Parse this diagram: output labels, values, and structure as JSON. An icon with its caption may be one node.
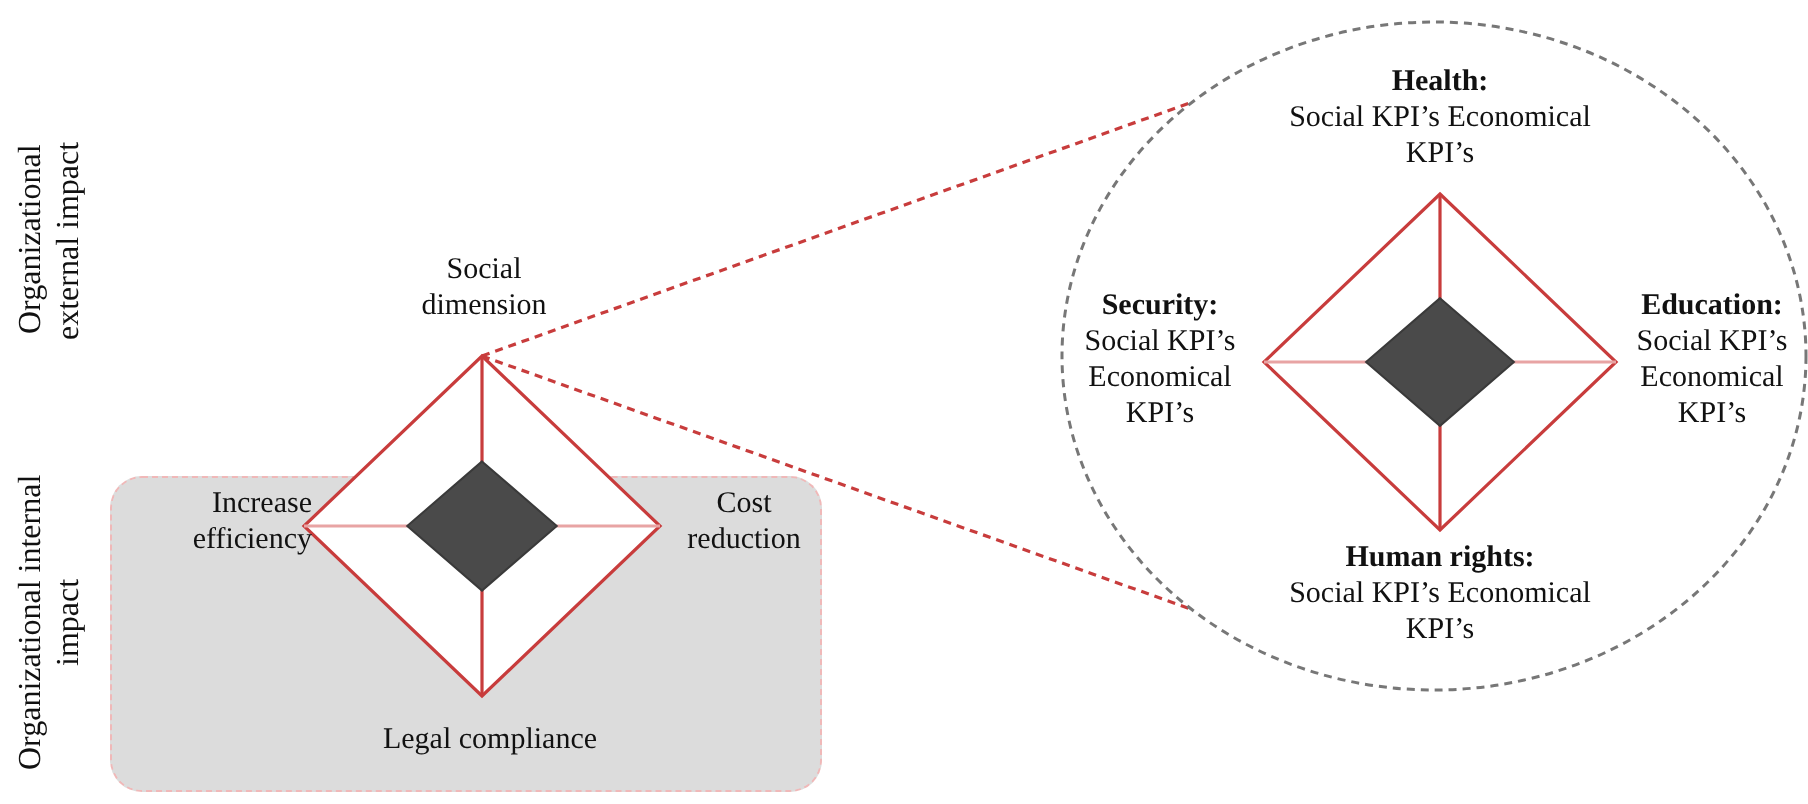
{
  "diagram": {
    "nodes": [
      {
        "text": [],
        "shape": "diamond"
      },
      {
        "text": [
          "Social dimension"
        ]
      },
      {
        "text": [
          "Increase efficiency"
        ]
      },
      {
        "text": [
          "Cost reduction"
        ]
      },
      {
        "text": [
          "Legal compliance"
        ]
      },
      {
        "text": [],
        "shape": "circle"
      },
      {
        "text": [],
        "shape": "diamond",
        "in": 5
      },
      {
        "text": [
          "Health:",
          "Social KPI’s Economical KPI’s"
        ],
        "in": 5
      },
      {
        "text": [
          "Security:",
          "Social KPI’s Economical KPI’s"
        ],
        "in": 5
      },
      {
        "text": [
          "Education:",
          "Social KPI’s Economical KPI’s"
        ],
        "in": 5
      },
      {
        "text": [
          "Human rights:",
          "Social KPI’s Economical KPI’s"
        ],
        "in": 5
      }
    ],
    "edges": [
      {
        "from": 0,
        "to": 5,
        "arrow": "none",
        "style": "dashed"
      },
      {
        "from": 0,
        "to": 5,
        "arrow": "none",
        "style": "dashed"
      }
    ],
    "labels": [
      "Organizational external impact",
      "Organizational internal impact"
    ]
  }
}
